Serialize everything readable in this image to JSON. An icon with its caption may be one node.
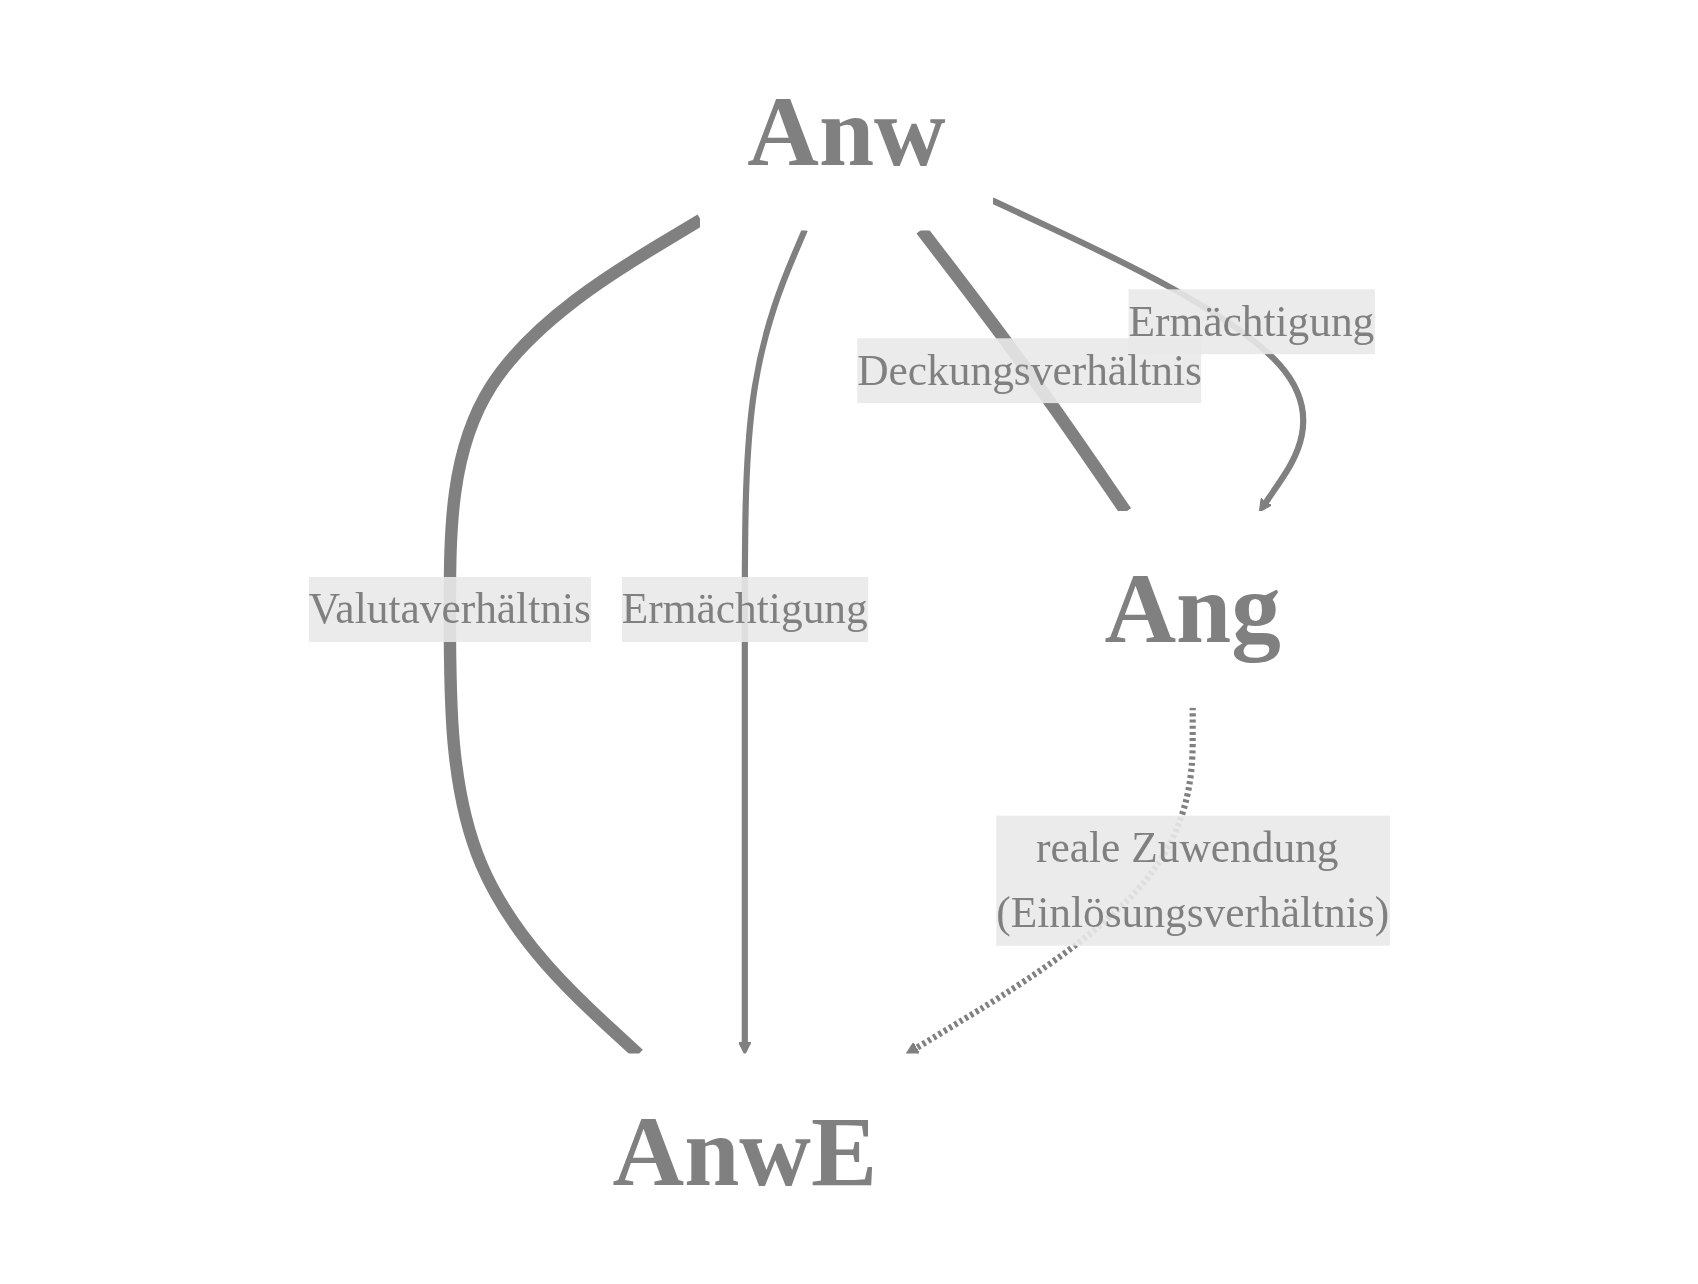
{
  "diagram": {
    "nodes": [
      {
        "text": [
          "Anw"
        ]
      },
      {
        "text": [
          "Ang"
        ]
      },
      {
        "text": [
          "AnwE"
        ]
      }
    ],
    "edges": [
      {
        "from": 0,
        "to": 1,
        "arrow": "none",
        "style": "thick",
        "label": "Deckungsverhältnis"
      },
      {
        "from": 0,
        "to": 1,
        "arrow": "to",
        "label": "Ermächtigung"
      },
      {
        "from": 0,
        "to": 2,
        "arrow": "none",
        "style": "thick",
        "label": "Valutaverhältnis"
      },
      {
        "from": 0,
        "to": 2,
        "arrow": "to",
        "label": "Ermächtigung"
      },
      {
        "from": 1,
        "to": 2,
        "arrow": "to",
        "style": "dashed",
        "label": "reale Zuwendung (Einlösungsverhältnis)"
      }
    ]
  }
}
